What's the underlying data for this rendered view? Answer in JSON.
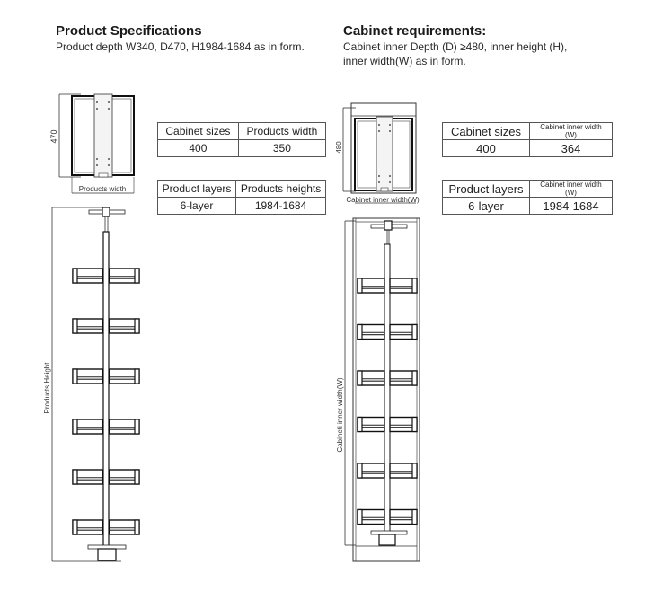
{
  "left": {
    "title": "Product Specifications",
    "description": "Product depth W340, D470, H1984-1684 as in form.",
    "top_view": {
      "depth_label": "470",
      "width_label": "Products width"
    },
    "side_view": {
      "height_label": "Products Height",
      "layers": 6
    },
    "table_sizes": {
      "headers": [
        "Cabinet sizes",
        "Products width"
      ],
      "values": [
        "400",
        "350"
      ]
    },
    "table_layers": {
      "headers": [
        "Product layers",
        "Products heights"
      ],
      "values": [
        "6-layer",
        "1984-1684"
      ]
    }
  },
  "right": {
    "title": "Cabinet requirements:",
    "description_line1": "Cabinet inner Depth (D) ≥480, inner height (H),",
    "description_line2": "inner width(W) as in form.",
    "top_view": {
      "depth_label": "480",
      "width_label": "Cabinet inner width(W)"
    },
    "side_view": {
      "height_label": "Cabineti inner width(W)",
      "layers": 6
    },
    "table_sizes": {
      "headers": [
        "Cabinet sizes",
        "Cabinet inner width (W)"
      ],
      "values": [
        "400",
        "364"
      ]
    },
    "table_layers": {
      "headers": [
        "Product layers",
        "Cabinet inner width (W)"
      ],
      "values": [
        "6-layer",
        "1984-1684"
      ]
    }
  }
}
